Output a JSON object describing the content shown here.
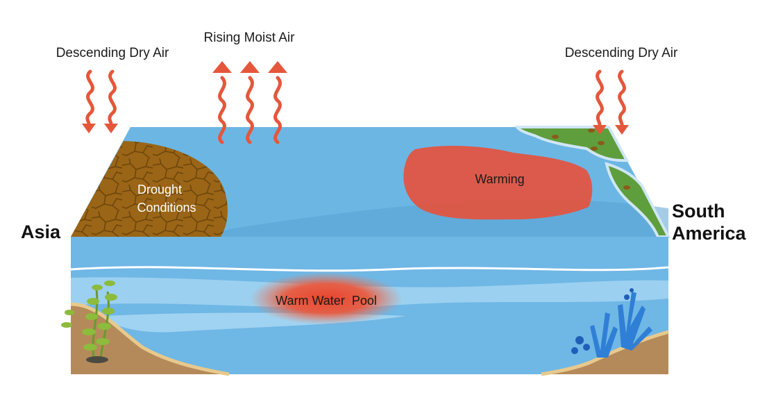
{
  "labels": {
    "descending_left": "Descending Dry Air",
    "rising": "Rising Moist Air",
    "descending_right": "Descending Dry Air",
    "drought_line1": "Drought",
    "drought_line2": "Conditions",
    "warming": "Warming",
    "warm_pool": "Warm Water  Pool",
    "asia": "Asia",
    "south_america_line1": "South",
    "south_america_line2": "America"
  },
  "colors": {
    "ocean_surface": "#6cb6e4",
    "ocean_front": "#6fb7e5",
    "current_band": "#a9d8f3",
    "drought_soil": "#9a6516",
    "warm_region": "#e5533e",
    "air_arrows": "#e4573b",
    "land": "#5f9e3c",
    "seabed": "#b58a5a",
    "coral": "#2f7fd6",
    "seaweed": "#8dbb3c"
  }
}
